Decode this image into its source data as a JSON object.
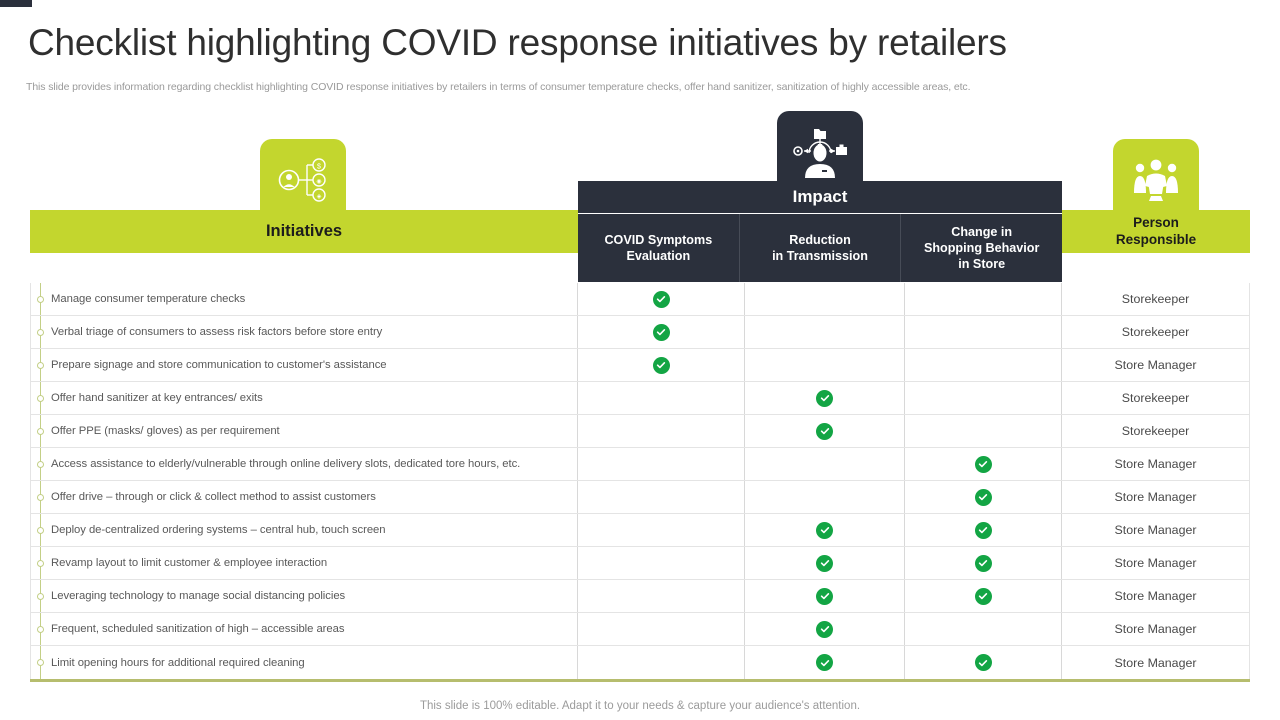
{
  "slide": {
    "title": "Checklist highlighting COVID response initiatives by retailers",
    "subtitle": "This slide provides information regarding checklist highlighting COVID response initiatives by retailers in terms of consumer temperature checks, offer hand sanitizer, sanitization of highly accessible areas, etc.",
    "footer": "This slide is 100% editable. Adapt it to your needs & capture your audience's attention."
  },
  "colors": {
    "green": "#c3d62e",
    "dark": "#2b303c",
    "check_green": "#13a544",
    "bullet_line": "#c3cf86",
    "body_text": "#595959"
  },
  "icons": {
    "initiatives": "person-network-icon",
    "impact": "person-impact-icon",
    "person_responsible": "team-group-icon",
    "check": "check-circle-icon"
  },
  "headers": {
    "initiatives": "Initiatives",
    "impact_group": "Impact",
    "person_responsible": "Person\nResponsible",
    "person_responsible_line1": "Person",
    "person_responsible_line2": "Responsible",
    "impact_columns": [
      {
        "line1": "COVID Symptoms",
        "line2": "Evaluation"
      },
      {
        "line1": "Reduction",
        "line2": "in Transmission"
      },
      {
        "line1": "Change in",
        "line2": "Shopping Behavior",
        "line3": "in Store"
      }
    ]
  },
  "rows": [
    {
      "initiative": "Manage consumer temperature checks",
      "covid_symptoms": true,
      "reduction": false,
      "change_behavior": false,
      "person": "Storekeeper"
    },
    {
      "initiative": "Verbal triage of consumers to assess risk factors before store entry",
      "covid_symptoms": true,
      "reduction": false,
      "change_behavior": false,
      "person": "Storekeeper"
    },
    {
      "initiative": "Prepare signage and store communication to customer's assistance",
      "covid_symptoms": true,
      "reduction": false,
      "change_behavior": false,
      "person": "Store Manager"
    },
    {
      "initiative": "Offer hand sanitizer at key entrances/ exits",
      "covid_symptoms": false,
      "reduction": true,
      "change_behavior": false,
      "person": "Storekeeper"
    },
    {
      "initiative": "Offer PPE (masks/ gloves) as per requirement",
      "covid_symptoms": false,
      "reduction": true,
      "change_behavior": false,
      "person": "Storekeeper"
    },
    {
      "initiative": "Access assistance to elderly/vulnerable through online delivery slots, dedicated tore hours, etc.",
      "covid_symptoms": false,
      "reduction": false,
      "change_behavior": true,
      "person": "Store Manager"
    },
    {
      "initiative": "Offer drive – through or click & collect method to assist customers",
      "covid_symptoms": false,
      "reduction": false,
      "change_behavior": true,
      "person": "Store Manager"
    },
    {
      "initiative": "Deploy de-centralized ordering systems – central hub, touch screen",
      "covid_symptoms": false,
      "reduction": true,
      "change_behavior": true,
      "person": "Store Manager"
    },
    {
      "initiative": "Revamp layout to limit customer & employee interaction",
      "covid_symptoms": false,
      "reduction": true,
      "change_behavior": true,
      "person": "Store Manager"
    },
    {
      "initiative": "Leveraging technology to manage social distancing policies",
      "covid_symptoms": false,
      "reduction": true,
      "change_behavior": true,
      "person": "Store Manager"
    },
    {
      "initiative": "Frequent, scheduled sanitization of high – accessible areas",
      "covid_symptoms": false,
      "reduction": true,
      "change_behavior": false,
      "person": "Store Manager"
    },
    {
      "initiative": "Limit opening hours for additional required cleaning",
      "covid_symptoms": false,
      "reduction": true,
      "change_behavior": true,
      "person": "Store Manager"
    }
  ]
}
